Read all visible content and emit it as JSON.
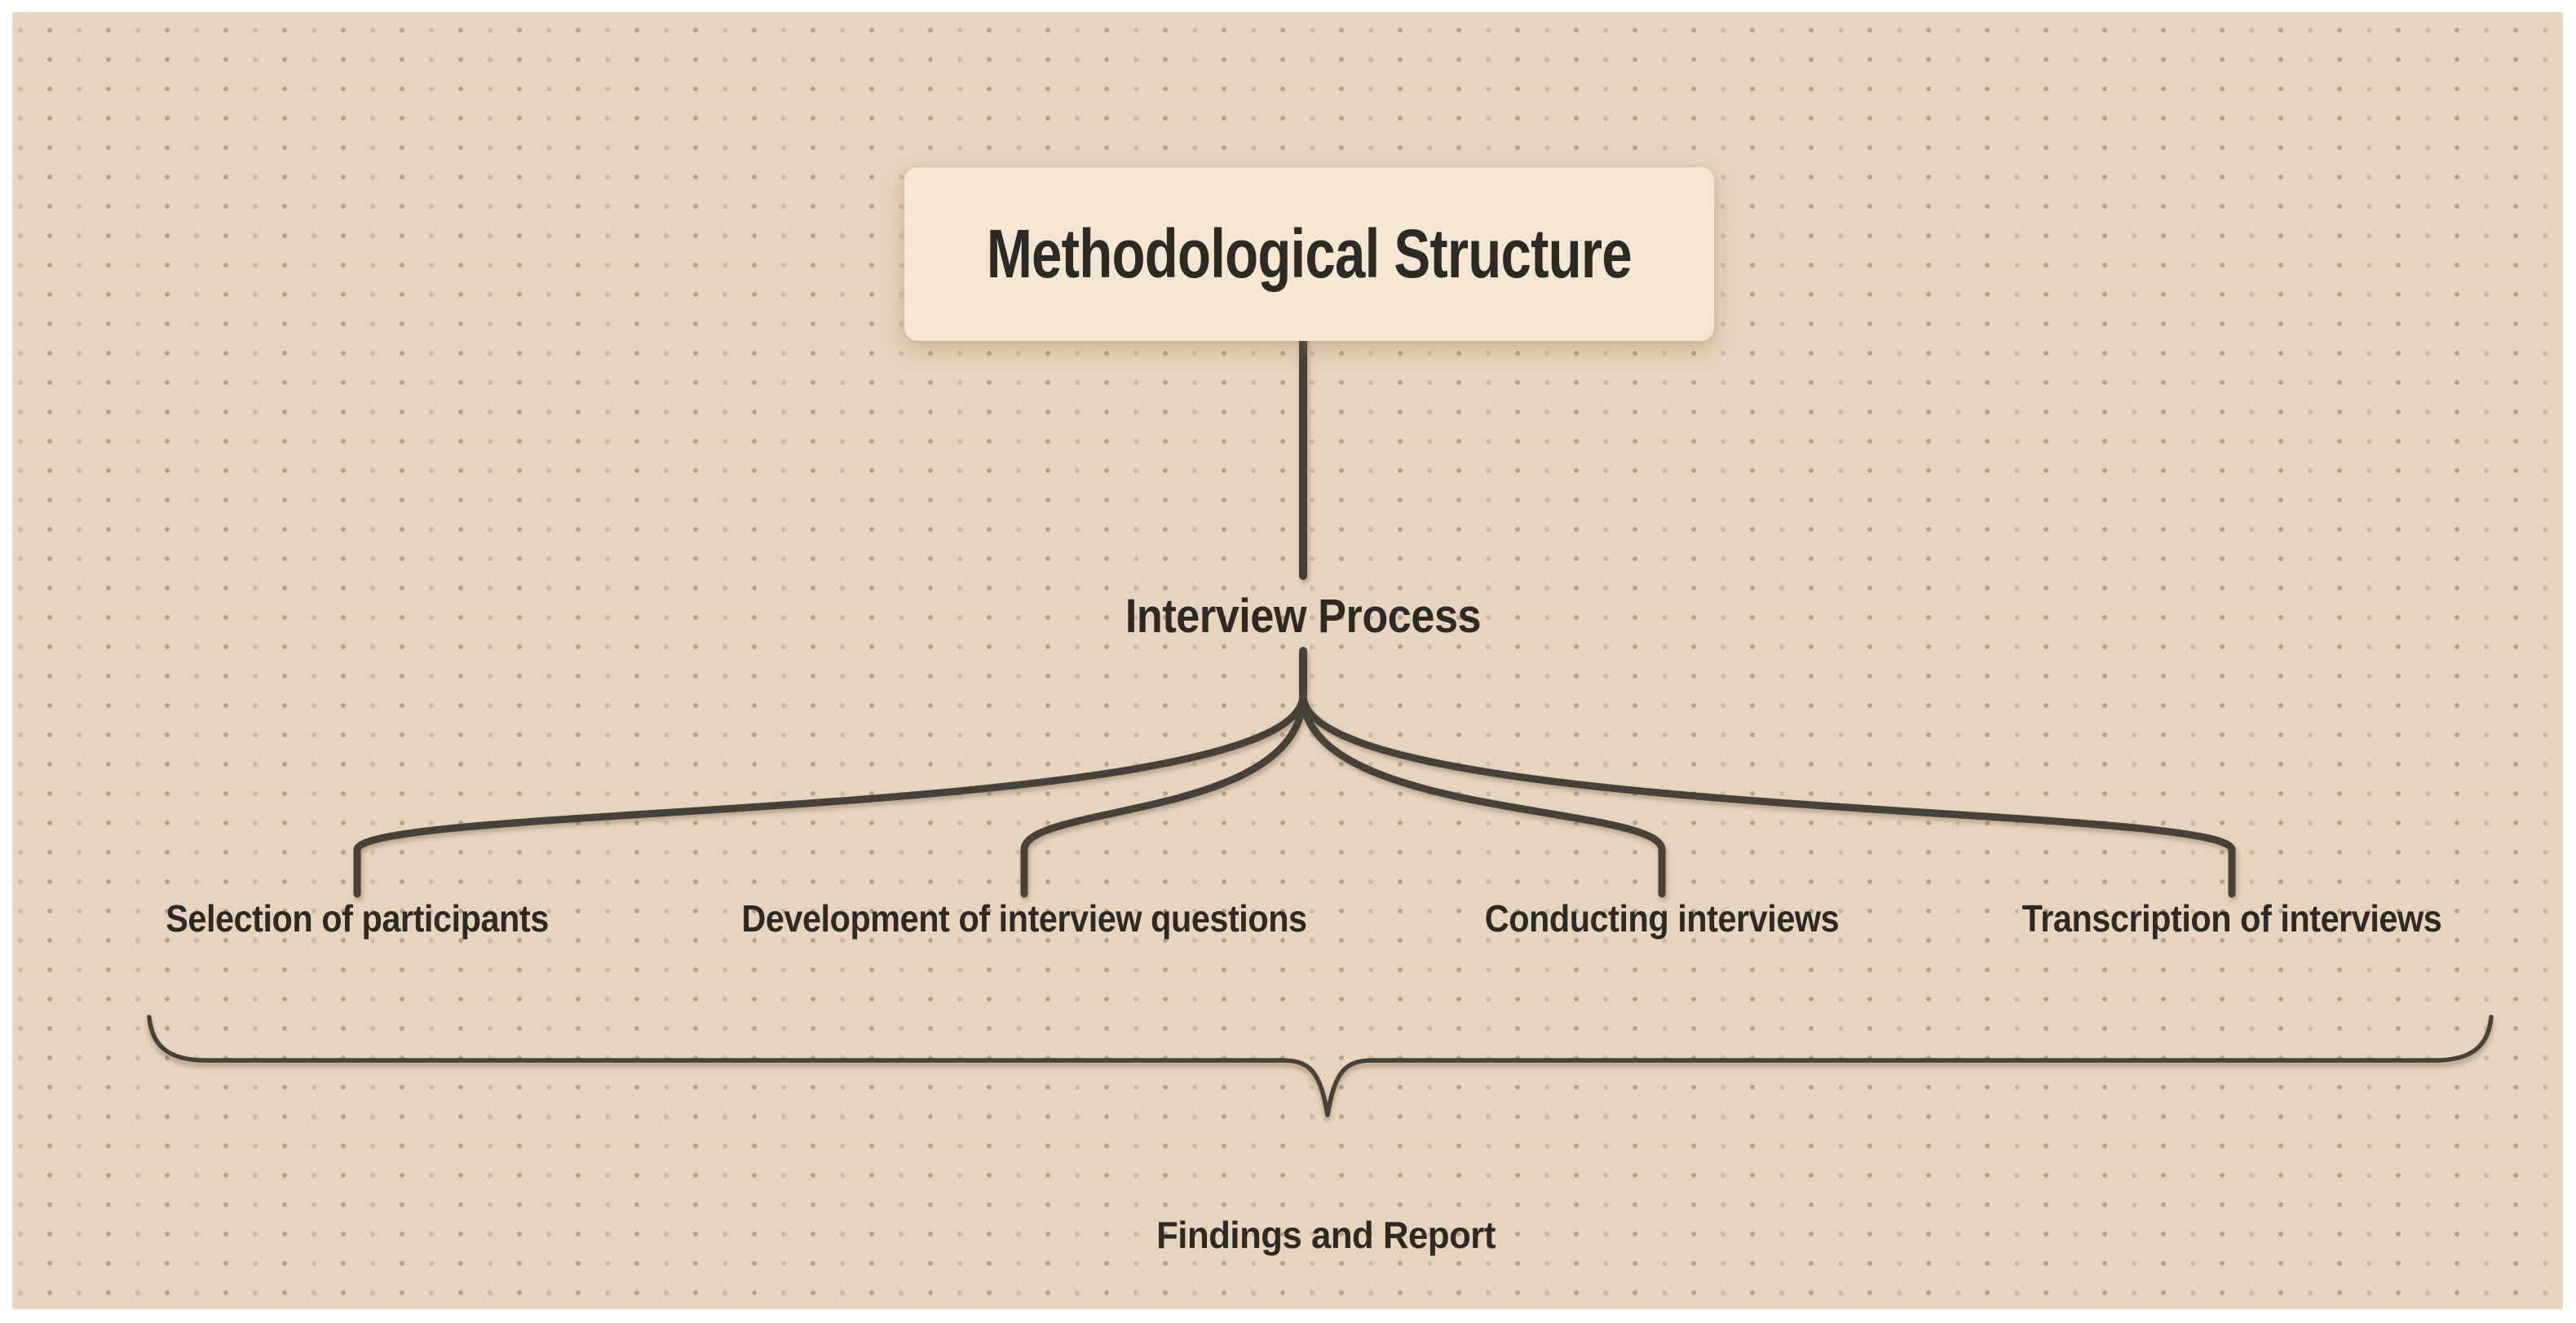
{
  "diagram": {
    "title": "Methodological Structure",
    "process_node": "Interview Process",
    "steps": [
      "Selection of participants",
      "Development of interview questions",
      "Conducting interviews",
      "Transcription of interviews"
    ],
    "summary": "Findings and Report"
  },
  "colors": {
    "page_margin": "#ffffff",
    "canvas_background": "#e7d4be",
    "dot_grid": "#b7a084",
    "title_box_background": "#f5e6d4",
    "line": "#46413a",
    "text": "#2d2925"
  }
}
